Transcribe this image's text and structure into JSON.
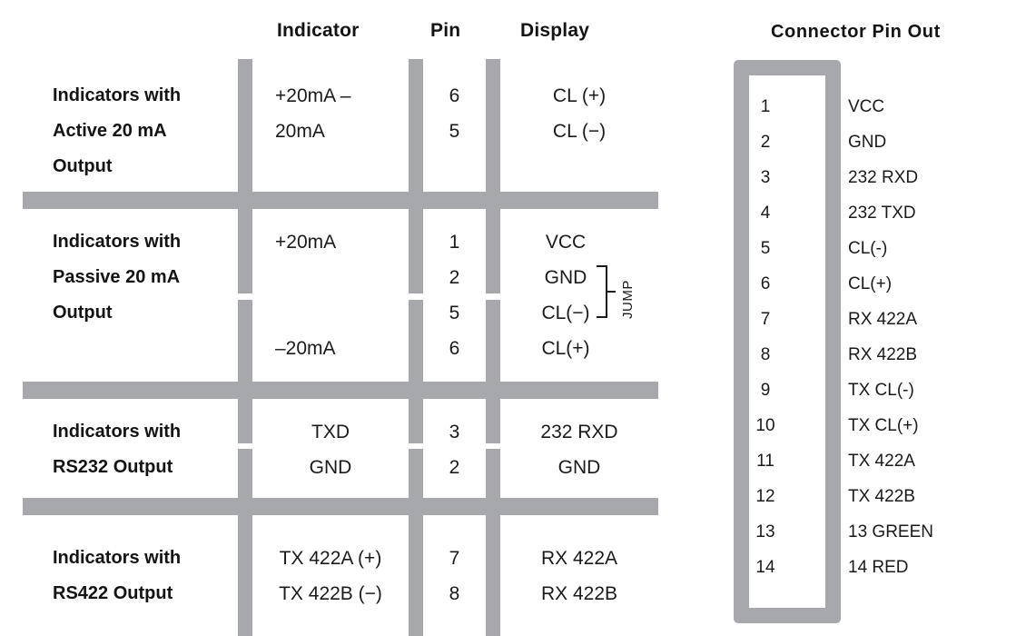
{
  "table": {
    "headers": {
      "indicator": "Indicator",
      "pin": "Pin",
      "display": "Display"
    },
    "sections": [
      {
        "label_lines": [
          "Indicators with",
          "Active 20 mA",
          "Output"
        ],
        "rows": [
          {
            "indicator": "+20mA –",
            "pin": "6",
            "display": "CL (+)"
          },
          {
            "indicator": "20mA",
            "pin": "5",
            "display": "CL (−)"
          }
        ]
      },
      {
        "label_lines": [
          "Indicators with",
          "Passive 20 mA",
          "Output"
        ],
        "rows": [
          {
            "indicator": "+20mA",
            "pin": "1",
            "display": "VCC"
          },
          {
            "indicator": "",
            "pin": "2",
            "display": "GND"
          },
          {
            "indicator": "",
            "pin": "5",
            "display": "CL(−)"
          },
          {
            "indicator": "–20mA",
            "pin": "6",
            "display": "CL(+)"
          }
        ],
        "annotation": "JUMP"
      },
      {
        "label_lines": [
          "Indicators with",
          "RS232 Output"
        ],
        "rows": [
          {
            "indicator": "TXD",
            "pin": "3",
            "display": "232 RXD"
          },
          {
            "indicator": "GND",
            "pin": "2",
            "display": "GND"
          }
        ]
      },
      {
        "label_lines": [
          "Indicators with",
          "RS422 Output"
        ],
        "rows": [
          {
            "indicator": "TX 422A (+)",
            "pin": "7",
            "display": "RX 422A"
          },
          {
            "indicator": "TX 422B (−)",
            "pin": "8",
            "display": "RX 422B"
          }
        ]
      }
    ]
  },
  "connector": {
    "title": "Connector  Pin  Out",
    "pins": [
      {
        "number": "1",
        "name": "VCC"
      },
      {
        "number": "2",
        "name": "GND"
      },
      {
        "number": "3",
        "name": "232 RXD"
      },
      {
        "number": "4",
        "name": "232 TXD"
      },
      {
        "number": "5",
        "name": "CL(-)"
      },
      {
        "number": "6",
        "name": "CL(+)"
      },
      {
        "number": "7",
        "name": "RX 422A"
      },
      {
        "number": "8",
        "name": "RX 422B"
      },
      {
        "number": "9",
        "name": "TX  CL(-)"
      },
      {
        "number": "10",
        "name": "TX CL(+)"
      },
      {
        "number": "11",
        "name": "TX 422A"
      },
      {
        "number": "12",
        "name": "TX 422B"
      },
      {
        "number": "13",
        "name": "13 GREEN"
      },
      {
        "number": "14",
        "name": "14 RED"
      }
    ]
  },
  "colors": {
    "bar_gray": "#a6a8ab",
    "text": "#1a1a1a"
  }
}
